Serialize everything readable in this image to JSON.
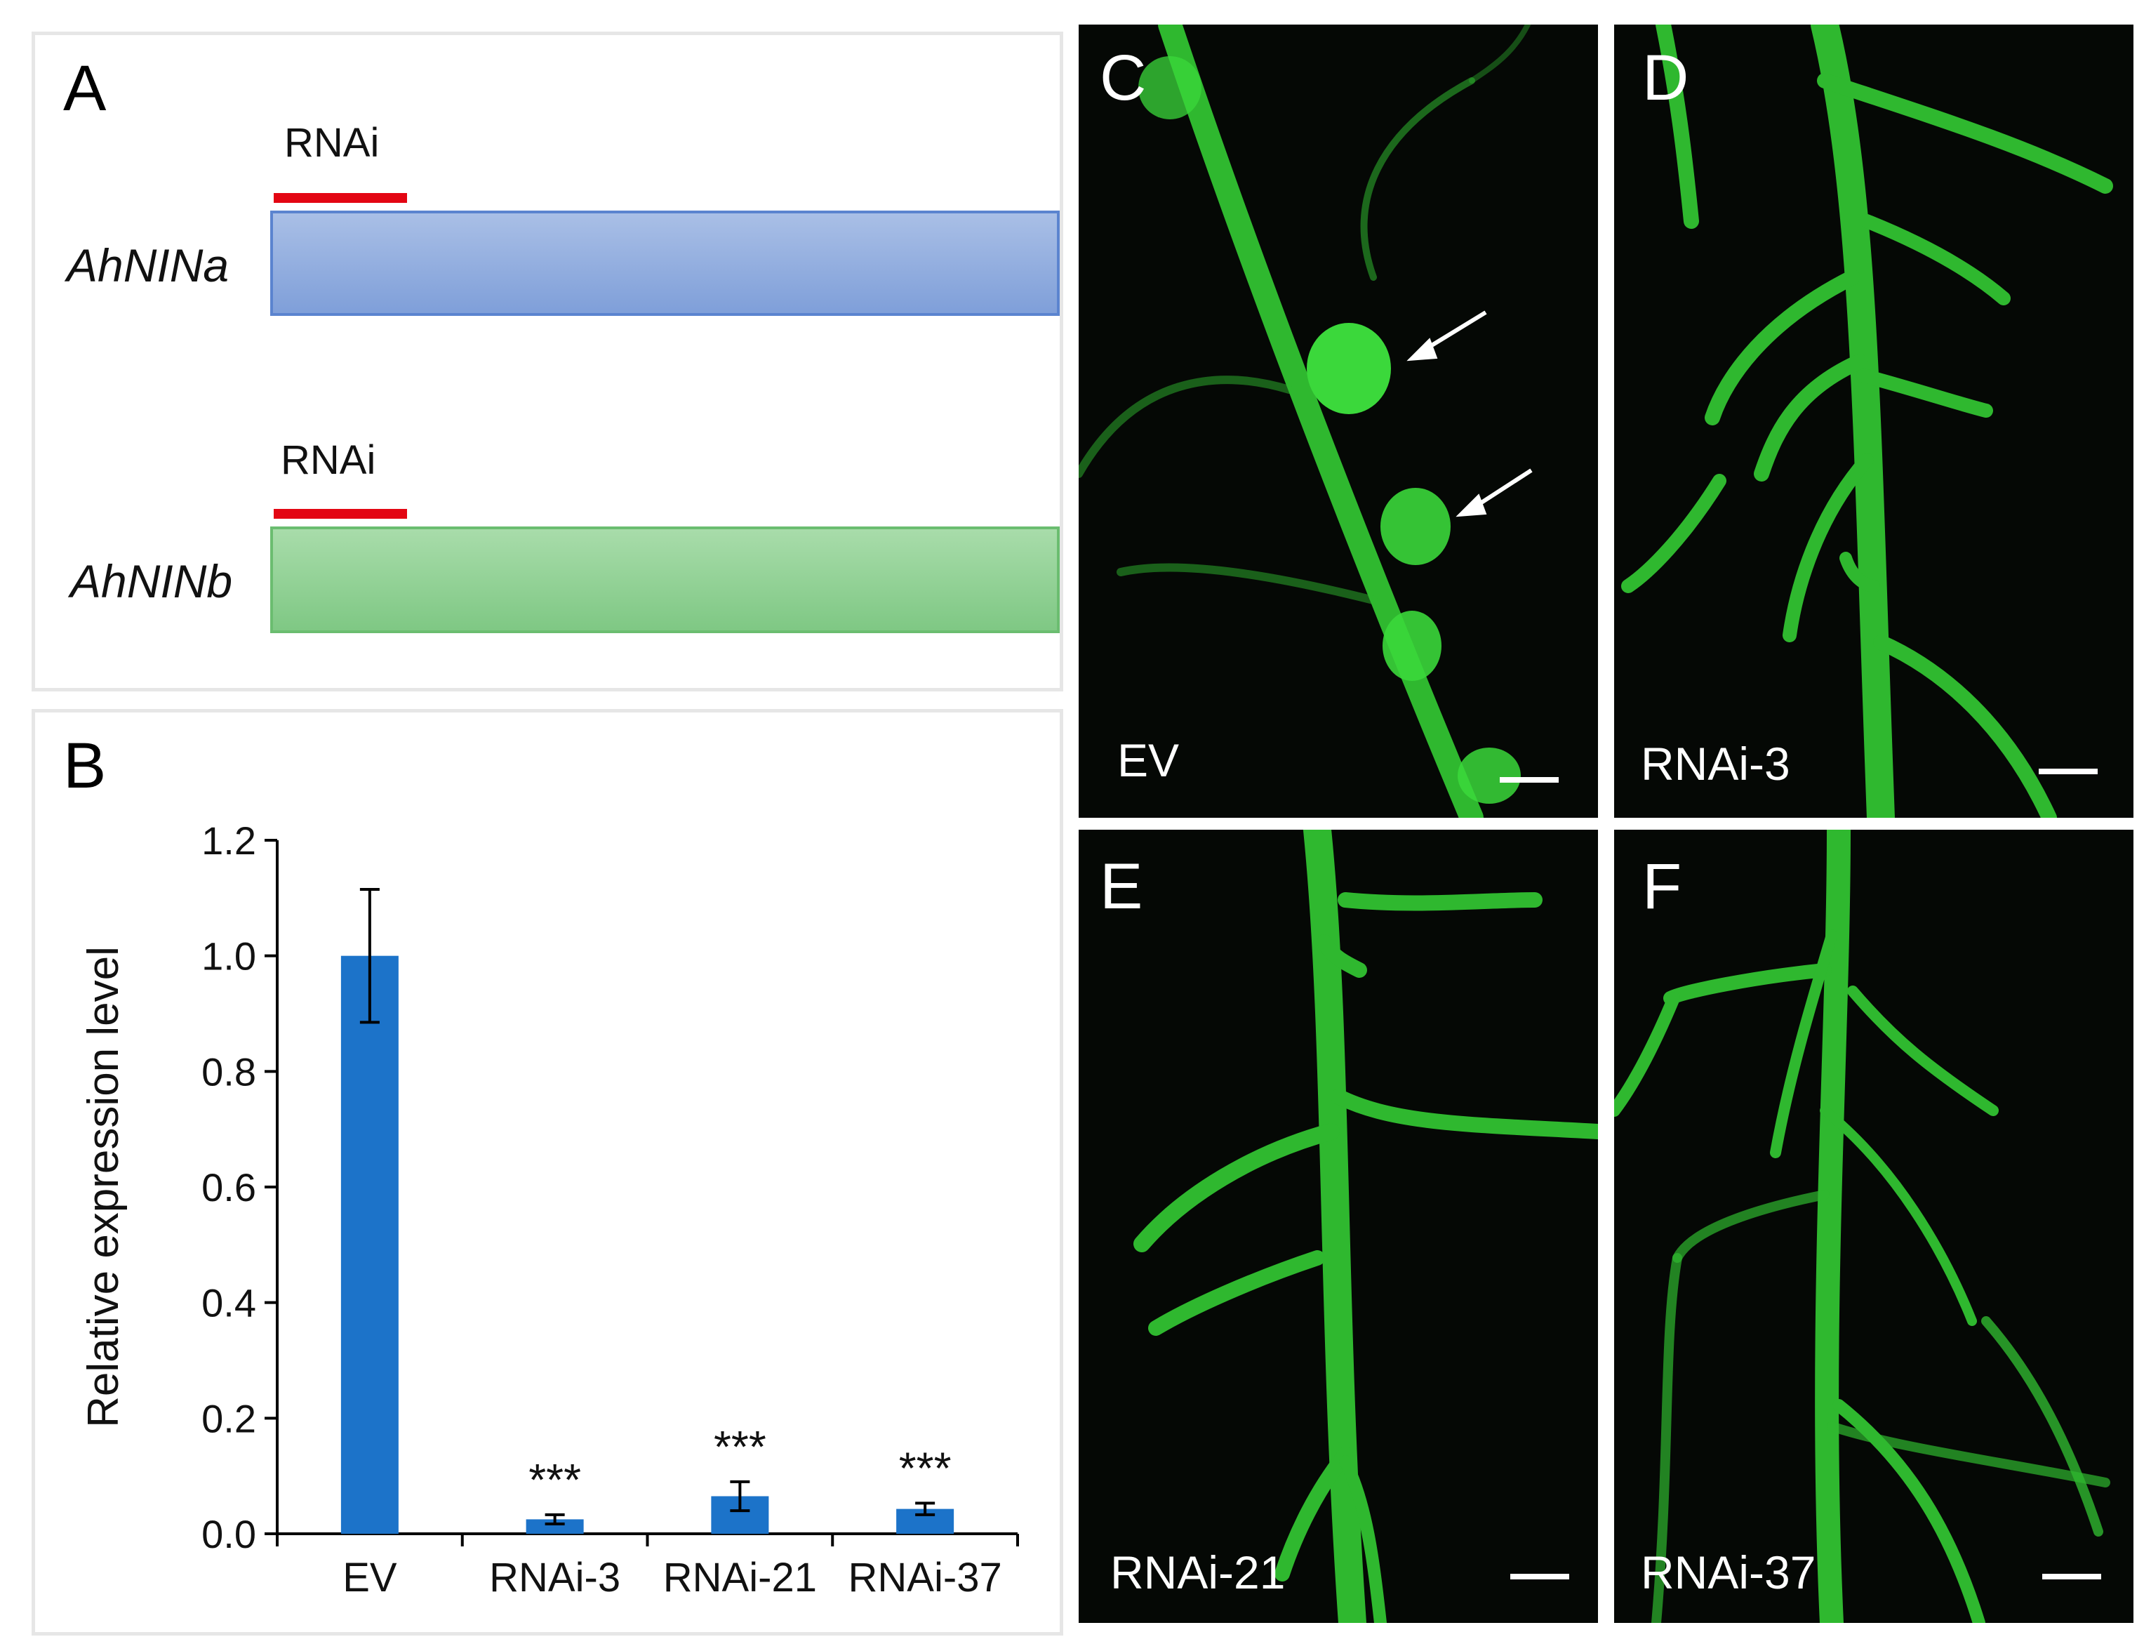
{
  "panel_a": {
    "letter": "A",
    "genes": [
      {
        "name": "AhNINa",
        "rnai_label": "RNAi",
        "color": "#8fa9dd"
      },
      {
        "name": "AhNINb",
        "rnai_label": "RNAi",
        "color": "#94d39a"
      }
    ],
    "rnai_color": "#e30613"
  },
  "panel_b": {
    "letter": "B"
  },
  "chart_data": {
    "type": "bar",
    "categories": [
      "EV",
      "RNAi-3",
      "RNAi-21",
      "RNAi-37"
    ],
    "values": [
      1.0,
      0.025,
      0.065,
      0.043
    ],
    "errors": [
      0.115,
      0.008,
      0.025,
      0.01
    ],
    "annotations": [
      "",
      "***",
      "***",
      "***"
    ],
    "ylabel": "Relative expression level",
    "xlabel": "",
    "ylim": [
      0,
      1.2
    ],
    "yticks": [
      0.0,
      0.2,
      0.4,
      0.6,
      0.8,
      1.0,
      1.2
    ],
    "ytick_labels": [
      "0.0",
      "0.2",
      "0.4",
      "0.6",
      "0.8",
      "1.0",
      "1.2"
    ],
    "bar_color": "#1c73c9",
    "grid": false,
    "legend": "none"
  },
  "micrographs": [
    {
      "letter": "C",
      "label": "EV"
    },
    {
      "letter": "D",
      "label": "RNAi-3"
    },
    {
      "letter": "E",
      "label": "RNAi-21"
    },
    {
      "letter": "F",
      "label": "RNAi-37"
    }
  ],
  "colors": {
    "fluorescence": "#2fbf2f",
    "nodule": "#3be23b",
    "background": "#050805"
  }
}
